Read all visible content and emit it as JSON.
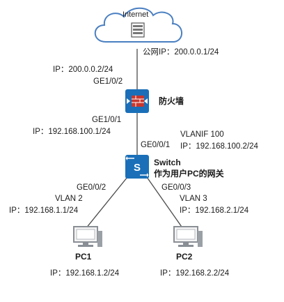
{
  "cloud": {
    "label": "Internet"
  },
  "internet_ip": "公网IP：200.0.0.1/24",
  "firewall": {
    "name": "防火墙",
    "upstream_ip": "IP：200.0.0.2/24",
    "upstream_port": "GE1/0/2",
    "downstream_port": "GE1/0/1",
    "downstream_ip": "IP：192.168.100.1/24"
  },
  "switch": {
    "name": "Switch",
    "role": "作为用户PC的网关",
    "uplink_port": "GE0/0/1",
    "vlanif": "VLANIF 100",
    "vlanif_ip": "IP：192.168.100.2/24",
    "switch_glyph": "S"
  },
  "pc1": {
    "port": "GE0/0/2",
    "vlan": "VLAN 2",
    "gateway_ip": "IP：192.168.1.1/24",
    "name": "PC1",
    "ip": "IP：192.168.1.2/24"
  },
  "pc2": {
    "port": "GE0/0/3",
    "vlan": "VLAN 3",
    "gateway_ip": "IP：192.168.2.1/24",
    "name": "PC2",
    "ip": "IP：192.168.2.2/24"
  },
  "colors": {
    "cloud_stroke": "#4a7fc1",
    "cloud_fill": "#ffffff",
    "device_blue": "#1a6fb8",
    "firewall_red": "#c8372d",
    "link": "#4a4a4a",
    "pc_body": "#8a8f96"
  },
  "icons": {
    "cloud": "cloud-icon",
    "firewall": "firewall-icon",
    "switch": "switch-icon",
    "pc": "desktop-pc-icon"
  }
}
